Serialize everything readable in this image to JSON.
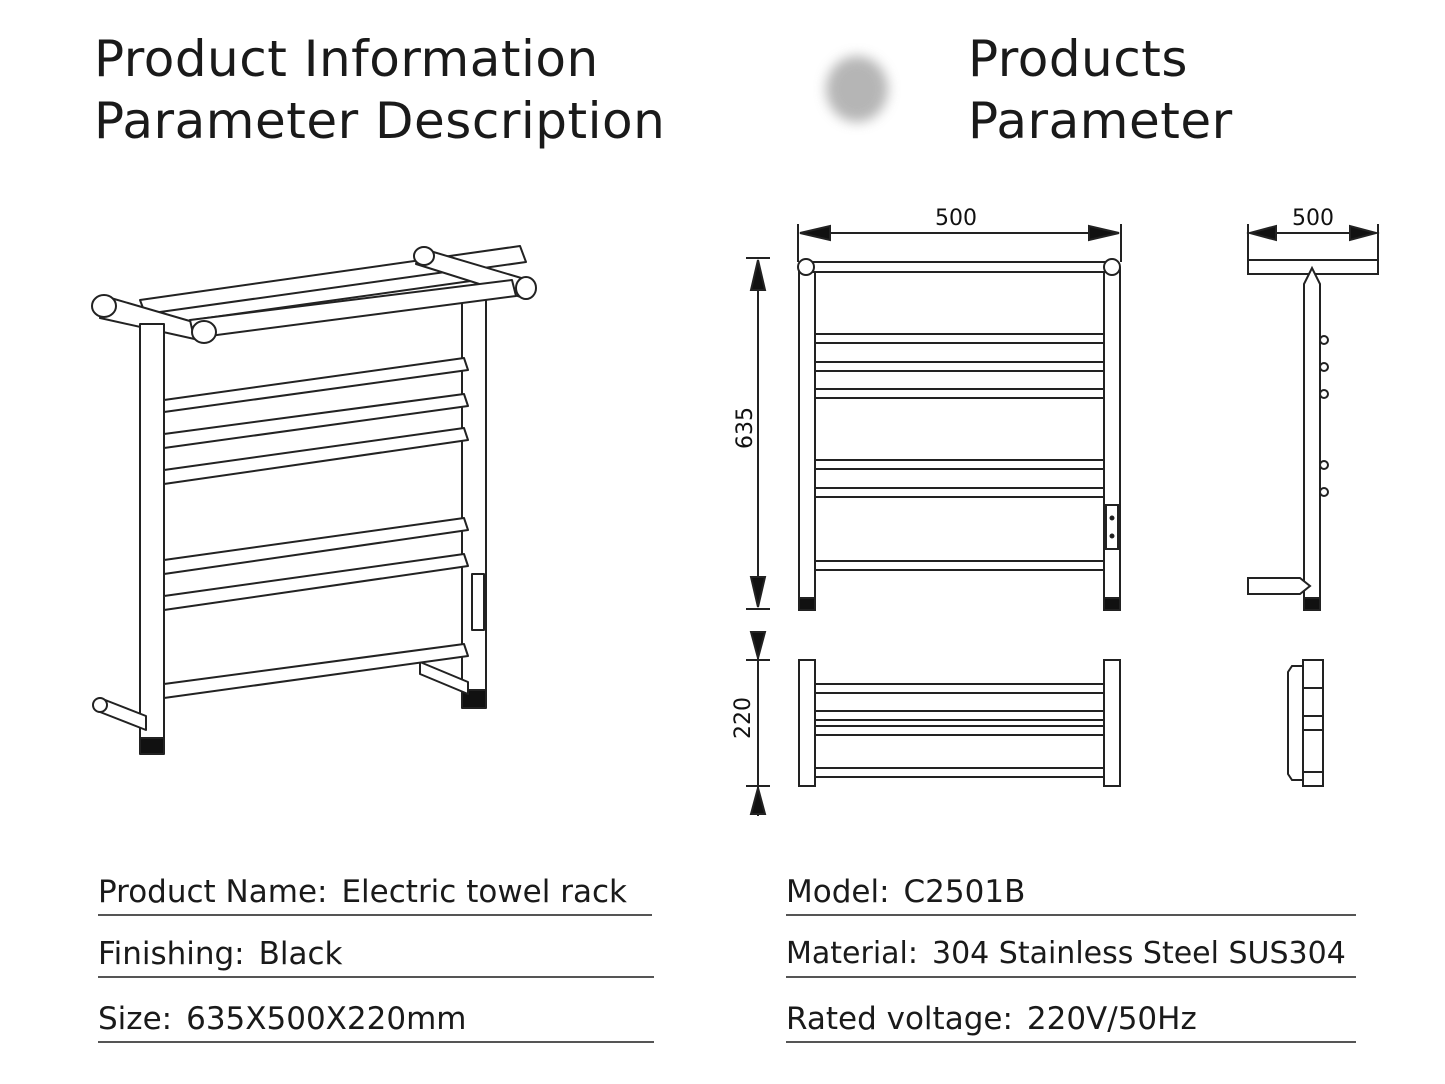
{
  "headings": {
    "left": [
      "Product Information",
      "Parameter Description"
    ],
    "right": [
      "Products",
      "Parameter"
    ]
  },
  "dimensions": {
    "front_width": "500",
    "side_width": "500",
    "height": "635",
    "depth": "220"
  },
  "specs_left": [
    {
      "label": "Product Name:",
      "value": "Electric towel rack"
    },
    {
      "label": "Finishing:",
      "value": "Black"
    },
    {
      "label": "Size:",
      "value": "635X500X220mm"
    }
  ],
  "specs_right": [
    {
      "label": "Model:",
      "value": "C2501B"
    },
    {
      "label": "Material:",
      "value": "304 Stainless Steel SUS304"
    },
    {
      "label": "Rated voltage:",
      "value": "220V/50Hz"
    }
  ]
}
